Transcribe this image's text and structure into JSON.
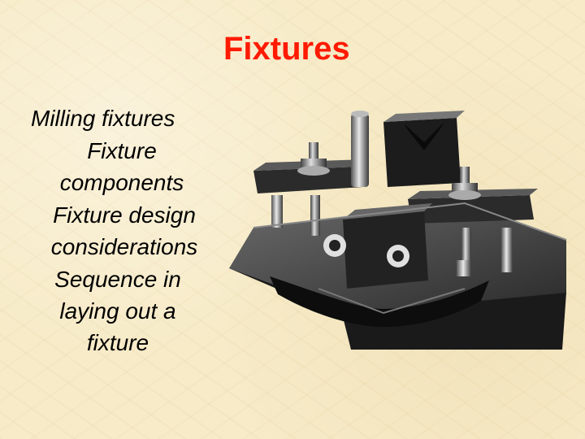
{
  "slide": {
    "title": "Fixtures",
    "bullets": [
      "Milling fixtures",
      "Fixture components",
      "Fixture design considerations",
      "Sequence in laying out a fixture"
    ]
  }
}
